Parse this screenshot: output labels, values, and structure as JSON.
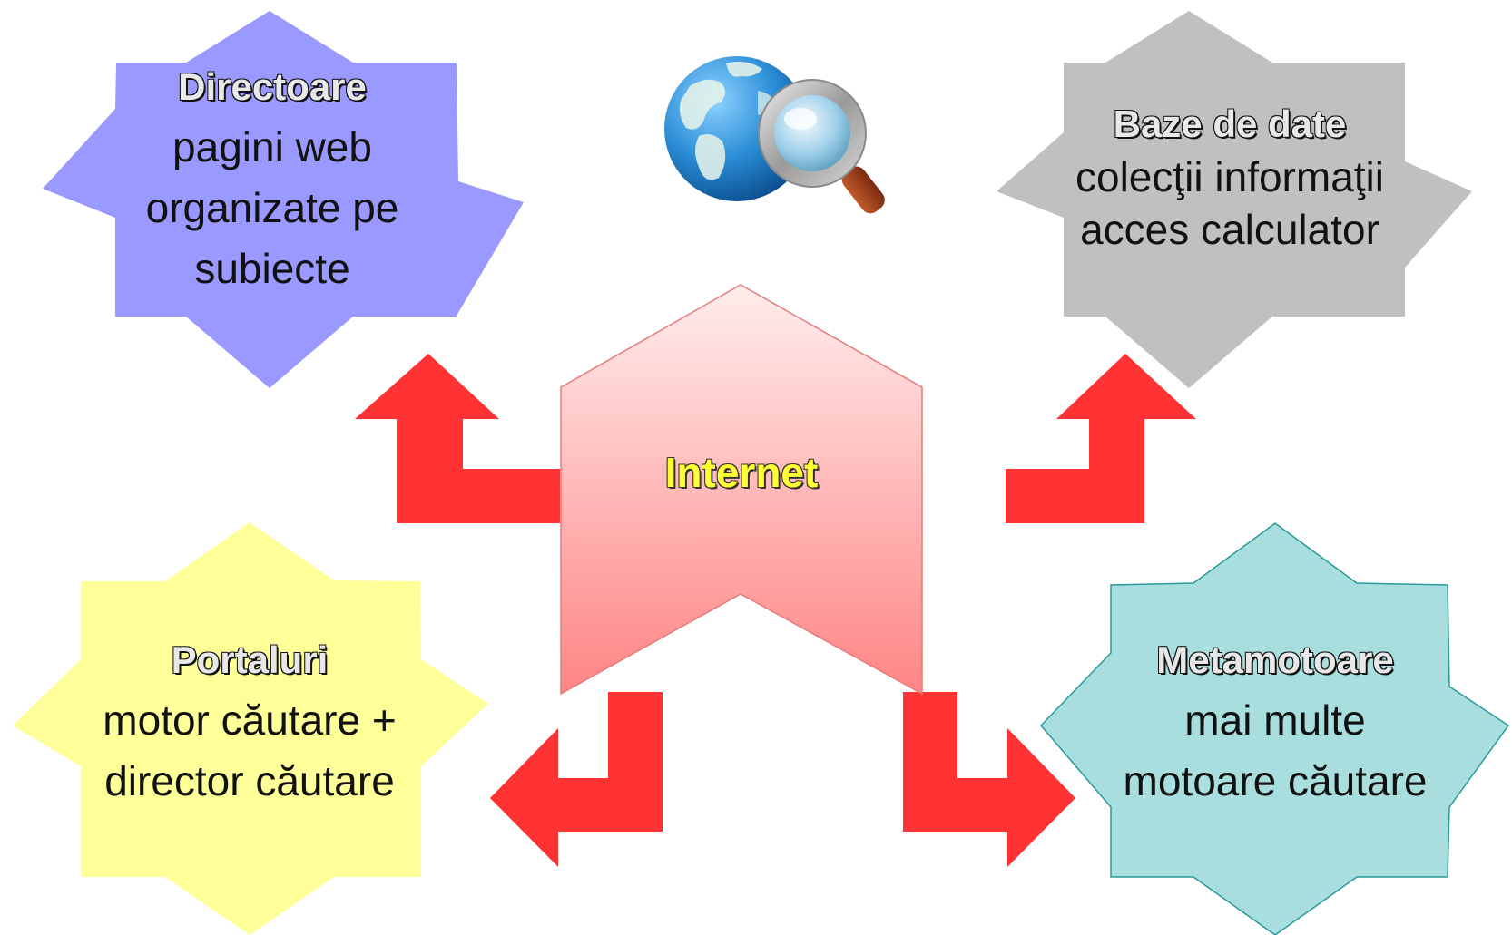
{
  "center": {
    "label": "Internet"
  },
  "nodes": {
    "directoare": {
      "title": "Directoare",
      "lines": [
        "pagini web",
        "organizate pe",
        "subiecte"
      ],
      "color": "#9999ff"
    },
    "baze_de_date": {
      "title": "Baze de date",
      "lines": [
        "colecţii informaţii",
        "acces calculator"
      ],
      "color": "#c0c0c0"
    },
    "portaluri": {
      "title": "Portaluri",
      "lines": [
        "motor căutare +",
        "director căutare"
      ],
      "color": "#ffff99"
    },
    "metamotoare": {
      "title": "Metamotoare",
      "lines": [
        "mai multe",
        "motoare căutare"
      ],
      "color": "#a8dede"
    }
  },
  "colors": {
    "arrow": "#ff3333",
    "center_top": "#ffe8e8",
    "center_bottom": "#ff8080"
  },
  "icons": {
    "globe": "globe-search-icon"
  }
}
